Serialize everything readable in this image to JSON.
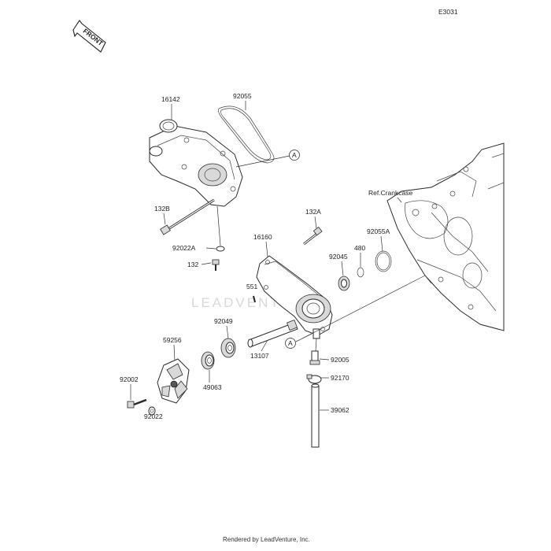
{
  "diagram_id": "E3031",
  "front_label": "FRONT",
  "reference_label": "Ref.Crankcase",
  "watermark": "LEADVENTURE",
  "footer": "Rendered by LeadVenture, Inc.",
  "callouts": {
    "ref_a_top": "A",
    "ref_a_bottom": "A"
  },
  "parts": {
    "p16142": "16142",
    "p92055": "92055",
    "p132b": "132B",
    "p92022a": "92022A",
    "p132": "132",
    "p132a": "132A",
    "p16160": "16160",
    "p92055a": "92055A",
    "p92045": "92045",
    "p480": "480",
    "p551": "551",
    "p92049": "92049",
    "p59256": "59256",
    "p13107": "13107",
    "p49063": "49063",
    "p92005": "92005",
    "p92170": "92170",
    "p92002": "92002",
    "p92022": "92022",
    "p39062": "39062"
  }
}
